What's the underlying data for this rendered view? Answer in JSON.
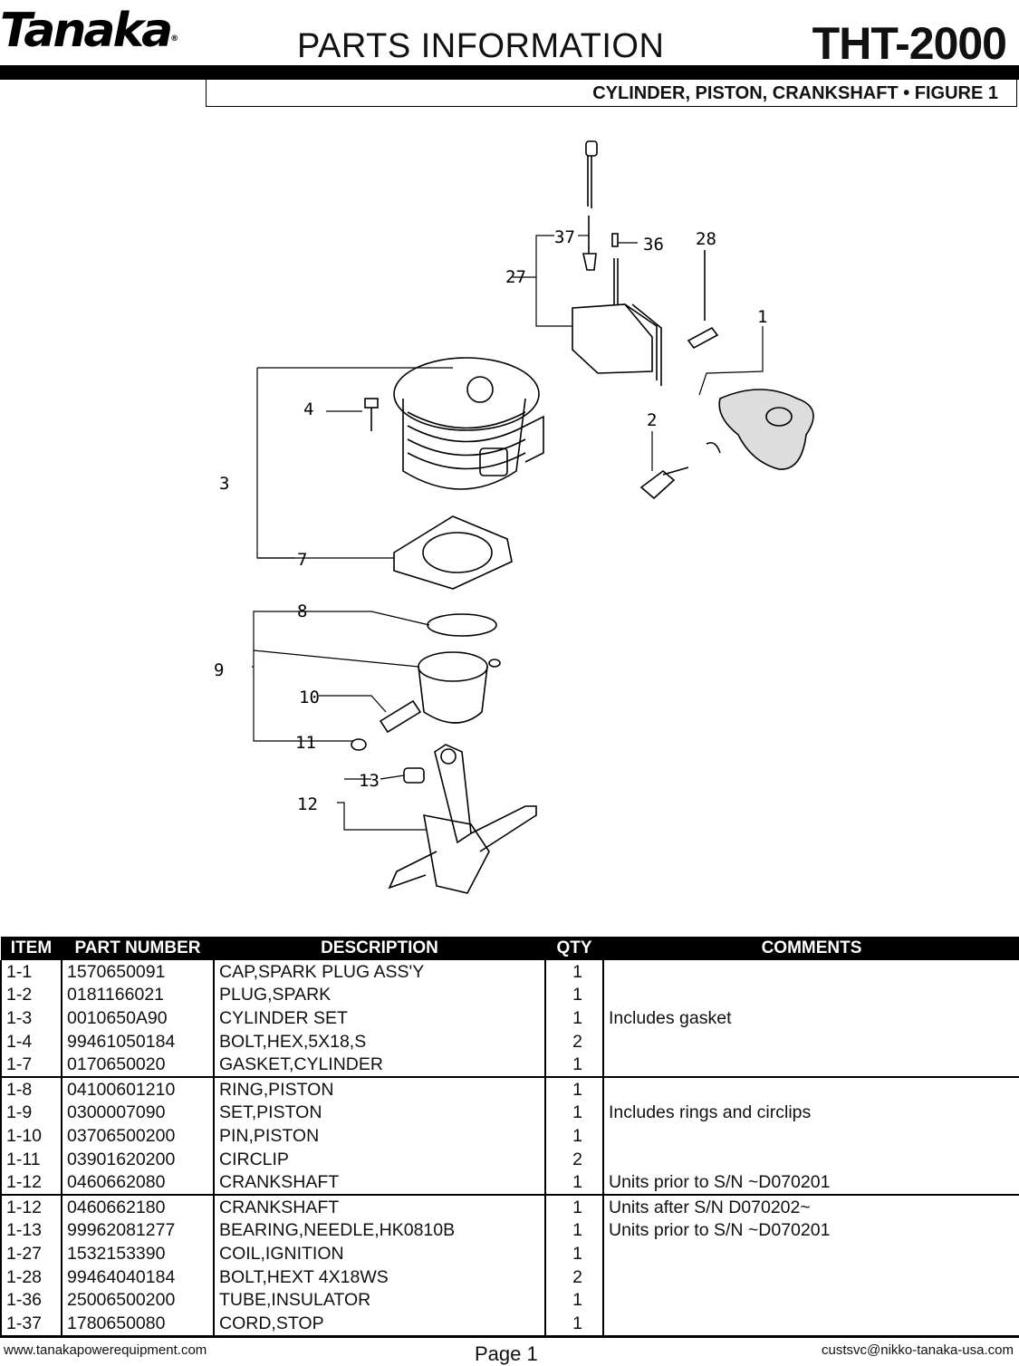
{
  "header": {
    "brand": "Tanaka",
    "registered_mark": "®",
    "title": "PARTS INFORMATION",
    "model": "THT-2000",
    "subtitle": "CYLINDER, PISTON, CRANKSHAFT  •  FIGURE 1"
  },
  "diagram": {
    "callouts": [
      "37",
      "36",
      "28",
      "27",
      "1",
      "4",
      "2",
      "3",
      "7",
      "8",
      "9",
      "10",
      "11",
      "13",
      "12"
    ]
  },
  "table": {
    "headers": {
      "item": "ITEM",
      "part_number": "PART NUMBER",
      "description": "DESCRIPTION",
      "qty": "QTY",
      "comments": "COMMENTS"
    },
    "rows": [
      {
        "item": "1-1",
        "part": "1570650091",
        "desc": "CAP,SPARK PLUG ASS'Y",
        "qty": "1",
        "comment": ""
      },
      {
        "item": "1-2",
        "part": "0181166021",
        "desc": "PLUG,SPARK",
        "qty": "1",
        "comment": ""
      },
      {
        "item": "1-3",
        "part": "0010650A90",
        "desc": "CYLINDER SET",
        "qty": "1",
        "comment": "Includes gasket"
      },
      {
        "item": "1-4",
        "part": "99461050184",
        "desc": "BOLT,HEX,5X18,S",
        "qty": "2",
        "comment": ""
      },
      {
        "item": "1-7",
        "part": "0170650020",
        "desc": "GASKET,CYLINDER",
        "qty": "1",
        "comment": ""
      },
      {
        "item": "1-8",
        "part": "04100601210",
        "desc": "RING,PISTON",
        "qty": "1",
        "comment": ""
      },
      {
        "item": "1-9",
        "part": "0300007090",
        "desc": "SET,PISTON",
        "qty": "1",
        "comment": "Includes rings and circlips"
      },
      {
        "item": "1-10",
        "part": "03706500200",
        "desc": "PIN,PISTON",
        "qty": "1",
        "comment": ""
      },
      {
        "item": "1-11",
        "part": "03901620200",
        "desc": "CIRCLIP",
        "qty": "2",
        "comment": ""
      },
      {
        "item": "1-12",
        "part": "0460662080",
        "desc": "CRANKSHAFT",
        "qty": "1",
        "comment": "Units prior to S/N ~D070201"
      },
      {
        "item": "1-12",
        "part": "0460662180",
        "desc": "CRANKSHAFT",
        "qty": "1",
        "comment": "Units after S/N D070202~"
      },
      {
        "item": "1-13",
        "part": "99962081277",
        "desc": "BEARING,NEEDLE,HK0810B",
        "qty": "1",
        "comment": "Units prior to S/N ~D070201"
      },
      {
        "item": "1-27",
        "part": "1532153390",
        "desc": "COIL,IGNITION",
        "qty": "1",
        "comment": ""
      },
      {
        "item": "1-28",
        "part": "99464040184",
        "desc": "BOLT,HEXT 4X18WS",
        "qty": "2",
        "comment": ""
      },
      {
        "item": "1-36",
        "part": "25006500200",
        "desc": "TUBE,INSULATOR",
        "qty": "1",
        "comment": ""
      },
      {
        "item": "1-37",
        "part": "1780650080",
        "desc": "CORD,STOP",
        "qty": "1",
        "comment": ""
      }
    ]
  },
  "footer": {
    "website": "www.tanakapowerequipment.com",
    "page": "Page 1",
    "email": "custsvc@nikko-tanaka-usa.com"
  }
}
